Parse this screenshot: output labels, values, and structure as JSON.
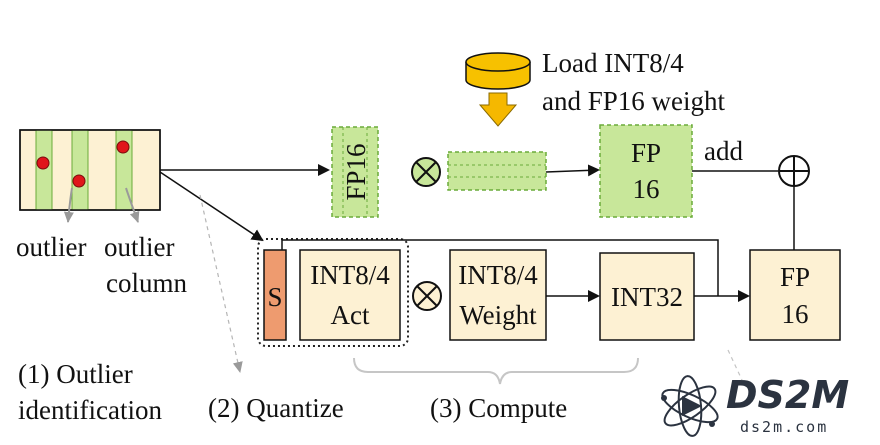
{
  "labels": {
    "load_line1": "Load INT8/4",
    "load_line2": "and FP16 weight",
    "fp16_rotated": "FP16",
    "fp16_top_line1": "FP",
    "fp16_top_line2": "16",
    "add": "add",
    "outlier_left": "outlier",
    "outlier_right_line1": "outlier",
    "outlier_right_line2": "column",
    "s_box": "S",
    "int_act_line1": "INT8/4",
    "int_act_line2": "Act",
    "int_weight_line1": "INT8/4",
    "int_weight_line2": "Weight",
    "int32": "INT32",
    "fp16_bottom_line1": "FP",
    "fp16_bottom_line2": "16",
    "step1_line1": "(1) Outlier",
    "step1_line2": "identification",
    "step2": "(2) Quantize",
    "step3": "(3) Compute"
  },
  "watermark": {
    "title": "DS2M",
    "subtitle": "ds2m.com"
  },
  "colors": {
    "green_fill": "#c8e79a",
    "green_dash": "#6aab3a",
    "cream_fill": "#fdf1d3",
    "s_box_fill": "#ee9b6f",
    "cylinder_fill": "#f7c100",
    "arrow_yellow": "#f5b800",
    "outlier_dot": "#e0151b",
    "stroke": "#111111"
  }
}
